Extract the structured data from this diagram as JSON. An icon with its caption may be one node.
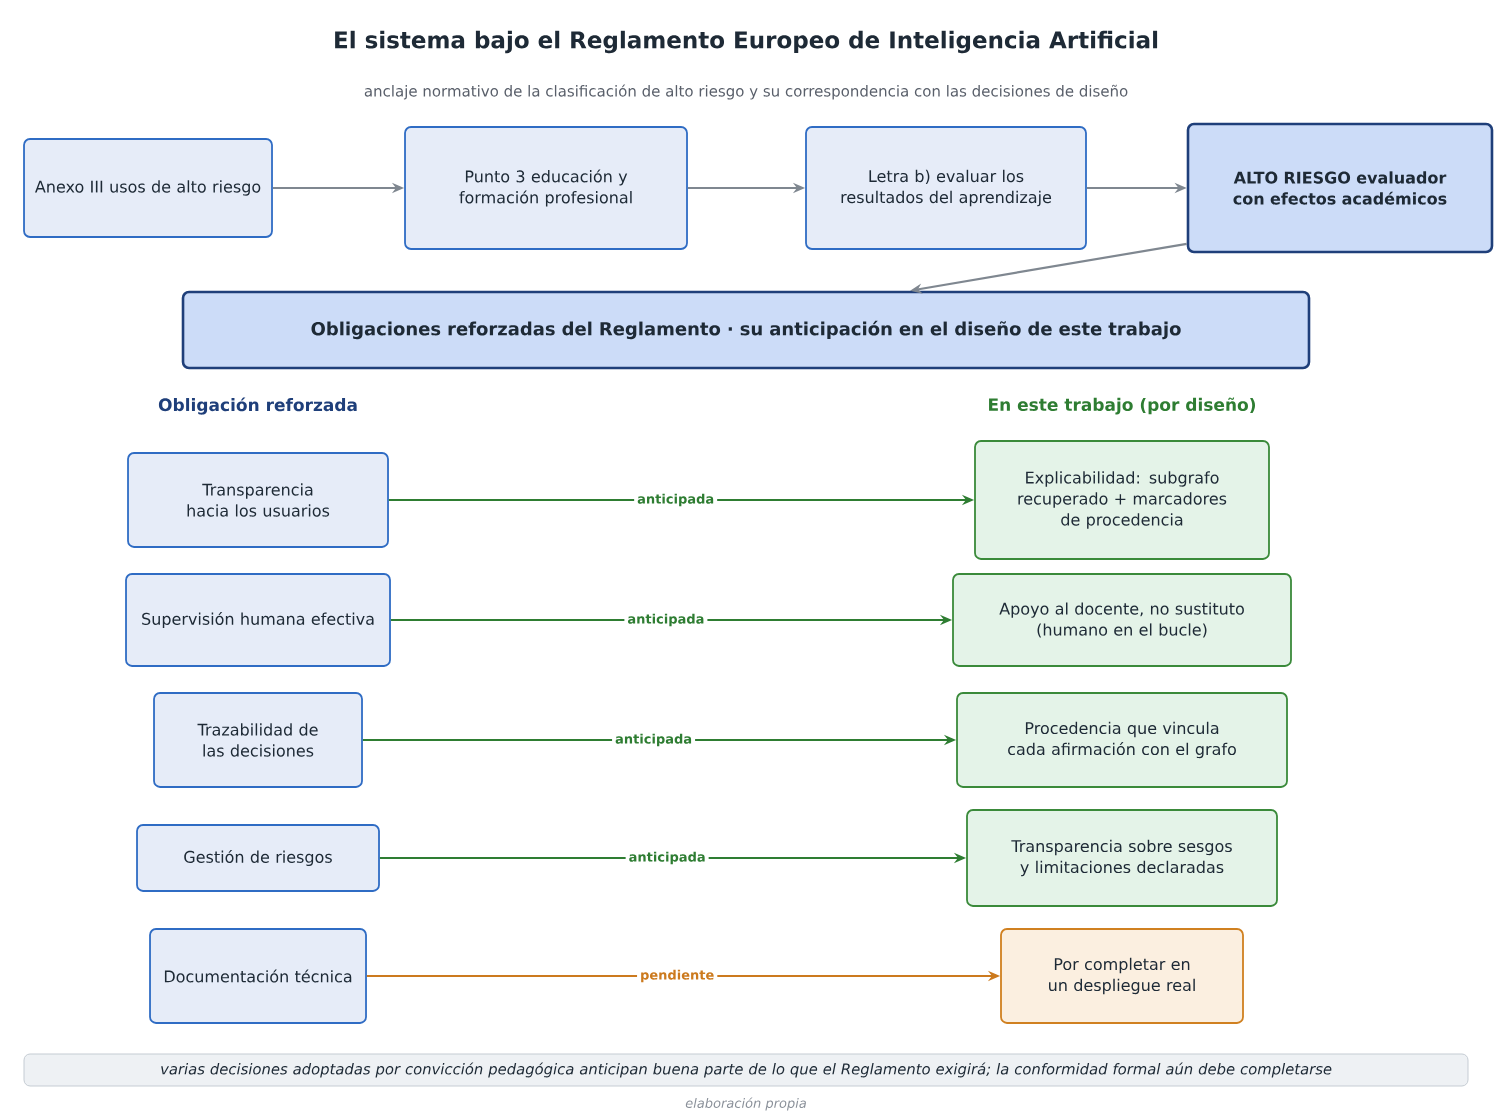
{
  "diagram": {
    "title": "El sistema bajo el Reglamento Europeo de Inteligencia Artificial",
    "nodes": [
      {
        "text": [
          "Anexo III usos de alto riesgo"
        ]
      },
      {
        "text": [
          "Punto 3 educación y formación profesional"
        ]
      },
      {
        "text": [
          "Letra b) evaluar los resultados del aprendizaje"
        ]
      },
      {
        "text": [
          "ALTO RIESGO evaluador con efectos académicos"
        ]
      },
      {
        "text": [
          "Obligaciones reforzadas del Reglamento  ·  su anticipación en el diseño de este trabajo"
        ]
      },
      {
        "text": [
          "Transparencia hacia los usuarios"
        ]
      },
      {
        "text": [
          "Supervisión humana efectiva"
        ]
      },
      {
        "text": [
          "Trazabilidad de las decisiones"
        ]
      },
      {
        "text": [
          "Gestión de riesgos"
        ]
      },
      {
        "text": [
          "Documentación técnica"
        ]
      },
      {
        "text": [
          "Explicabilidad: subgrafo recuperado + marcadores de procedencia"
        ]
      },
      {
        "text": [
          "Apoyo al docente, no sustituto (humano en el bucle)"
        ]
      },
      {
        "text": [
          "Procedencia que vincula cada afirmación con el grafo"
        ]
      },
      {
        "text": [
          "Transparencia sobre sesgos y limitaciones declaradas"
        ]
      },
      {
        "text": [
          "Por completar en un despliegue real"
        ]
      },
      {
        "text": [
          "varias decisiones adoptadas por convicción pedagógica anticipan buena parte de lo que el Reglamento exigirá; la conformidad formal aún debe completarse"
        ]
      }
    ],
    "edges": [
      {
        "from": 0,
        "to": 1,
        "arrow": "to",
        "color": "#7f8790"
      },
      {
        "from": 1,
        "to": 2,
        "arrow": "to",
        "color": "#7f8790"
      },
      {
        "from": 2,
        "to": 3,
        "arrow": "to",
        "color": "#7f8790"
      },
      {
        "from": 3,
        "to": 4,
        "arrow": "to",
        "color": "#7f8790"
      },
      {
        "from": 5,
        "to": 10,
        "arrow": "to",
        "label": "anticipada",
        "color": "#2e7d32"
      },
      {
        "from": 6,
        "to": 11,
        "arrow": "to",
        "label": "anticipada",
        "color": "#2e7d32"
      },
      {
        "from": 7,
        "to": 12,
        "arrow": "to",
        "label": "anticipada",
        "color": "#2e7d32"
      },
      {
        "from": 8,
        "to": 13,
        "arrow": "to",
        "label": "anticipada",
        "color": "#2e7d32"
      },
      {
        "from": 9,
        "to": 14,
        "arrow": "to",
        "label": "pendiente",
        "color": "#cc7a1e"
      }
    ],
    "labels": [
      "anclaje normativo de la clasificación de alto riesgo y su correspondencia con las decisiones de diseño",
      "Obligación reforzada",
      "En este trabajo (por diseño)",
      "elaboración propia"
    ]
  }
}
